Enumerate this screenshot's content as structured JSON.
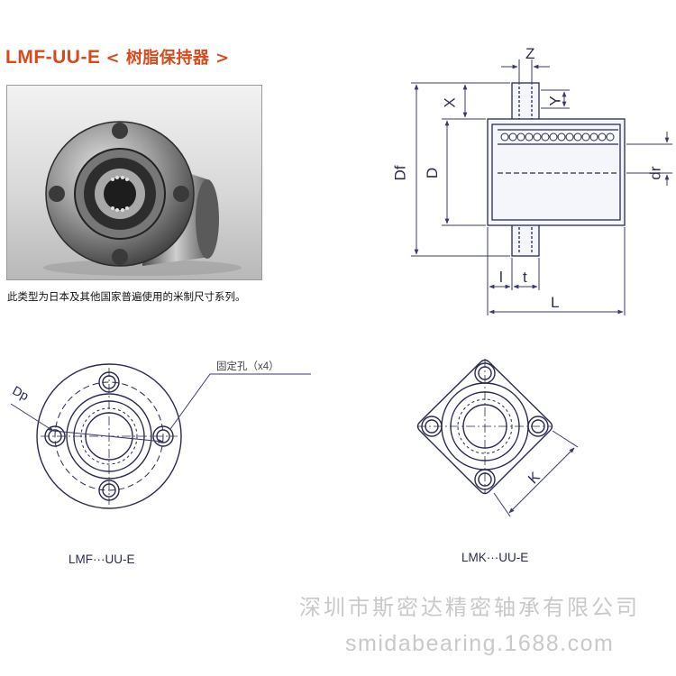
{
  "header": {
    "model": "LMF-UU-E",
    "subtitle": "< 树脂保持器 >"
  },
  "description": "此类型为日本及其他国家普遍使用的米制尺寸系列。",
  "side_view": {
    "dims": {
      "z": "Z",
      "x": "X",
      "y": "Y",
      "df": "Df",
      "d": "D",
      "dr": "dr",
      "l_small": "l",
      "t": "t",
      "l_big": "L"
    }
  },
  "round_flange": {
    "dp_label": "Dp",
    "hole_label": "固定孔（x4）",
    "caption": "LMF···UU-E"
  },
  "square_flange": {
    "k_label": "K",
    "caption": "LMK···UU-E"
  },
  "watermark": {
    "company": "深圳市斯密达精密轴承有限公司",
    "url": "smidabearing.1688.com"
  },
  "colors": {
    "title": "#d84a1c",
    "line": "#2a2a50",
    "dim_line": "#3a3a6a",
    "watermark": "#c9c9c9"
  }
}
